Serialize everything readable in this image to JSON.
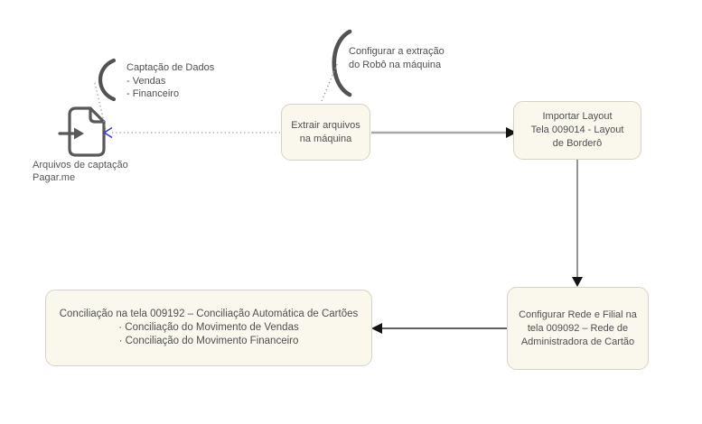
{
  "diagram": {
    "source": {
      "label_lines": [
        "Arquivos de captação",
        "Pagar.me"
      ],
      "icon": "file-import-icon"
    },
    "annotations": {
      "captacao": {
        "icon": "curly-brace-icon",
        "lines": [
          "Captação de Dados",
          "- Vendas",
          "- Financeiro"
        ]
      },
      "extracao": {
        "icon": "curly-brace-icon",
        "lines": [
          "Configurar a extração",
          "do Robô na máquina"
        ]
      }
    },
    "nodes": {
      "extrair": {
        "lines": [
          "Extrair arquivos",
          "na máquina"
        ]
      },
      "importar": {
        "lines": [
          "Importar Layout",
          "Tela 009014 - Layout",
          "de Borderô"
        ]
      },
      "configurar": {
        "lines": [
          "Configurar Rede e Filial na",
          "tela 009092 – Rede de",
          "Administradora de Cartão"
        ]
      },
      "conciliacao": {
        "lines": [
          "Conciliação na tela 009192 – Conciliação Automática de Cartões",
          "· Conciliação do Movimento de Vendas",
          "· Conciliação do Movimento Financeiro"
        ]
      }
    },
    "connectors": {
      "source_to_extrair": "dotted line, blue open arrowhead pointing at file icon",
      "extrair_to_importar": "solid gray line, black arrowhead right",
      "importar_to_configurar": "solid gray line, black arrowhead down",
      "configurar_to_conciliacao": "solid dark line, black arrowhead left"
    },
    "colors": {
      "background": "#ffffff",
      "node_fill": "#faf8ec",
      "node_border": "#d6d3c4",
      "text_ink": "#4f4f51",
      "icon_stroke": "#58585a",
      "brace_stroke": "#525254",
      "dotted_line": "#9b9b9b",
      "arrow_line_gray": "#a8a8a8",
      "arrowhead_black": "#141414",
      "accent_blue": "#3a3ad0"
    }
  }
}
